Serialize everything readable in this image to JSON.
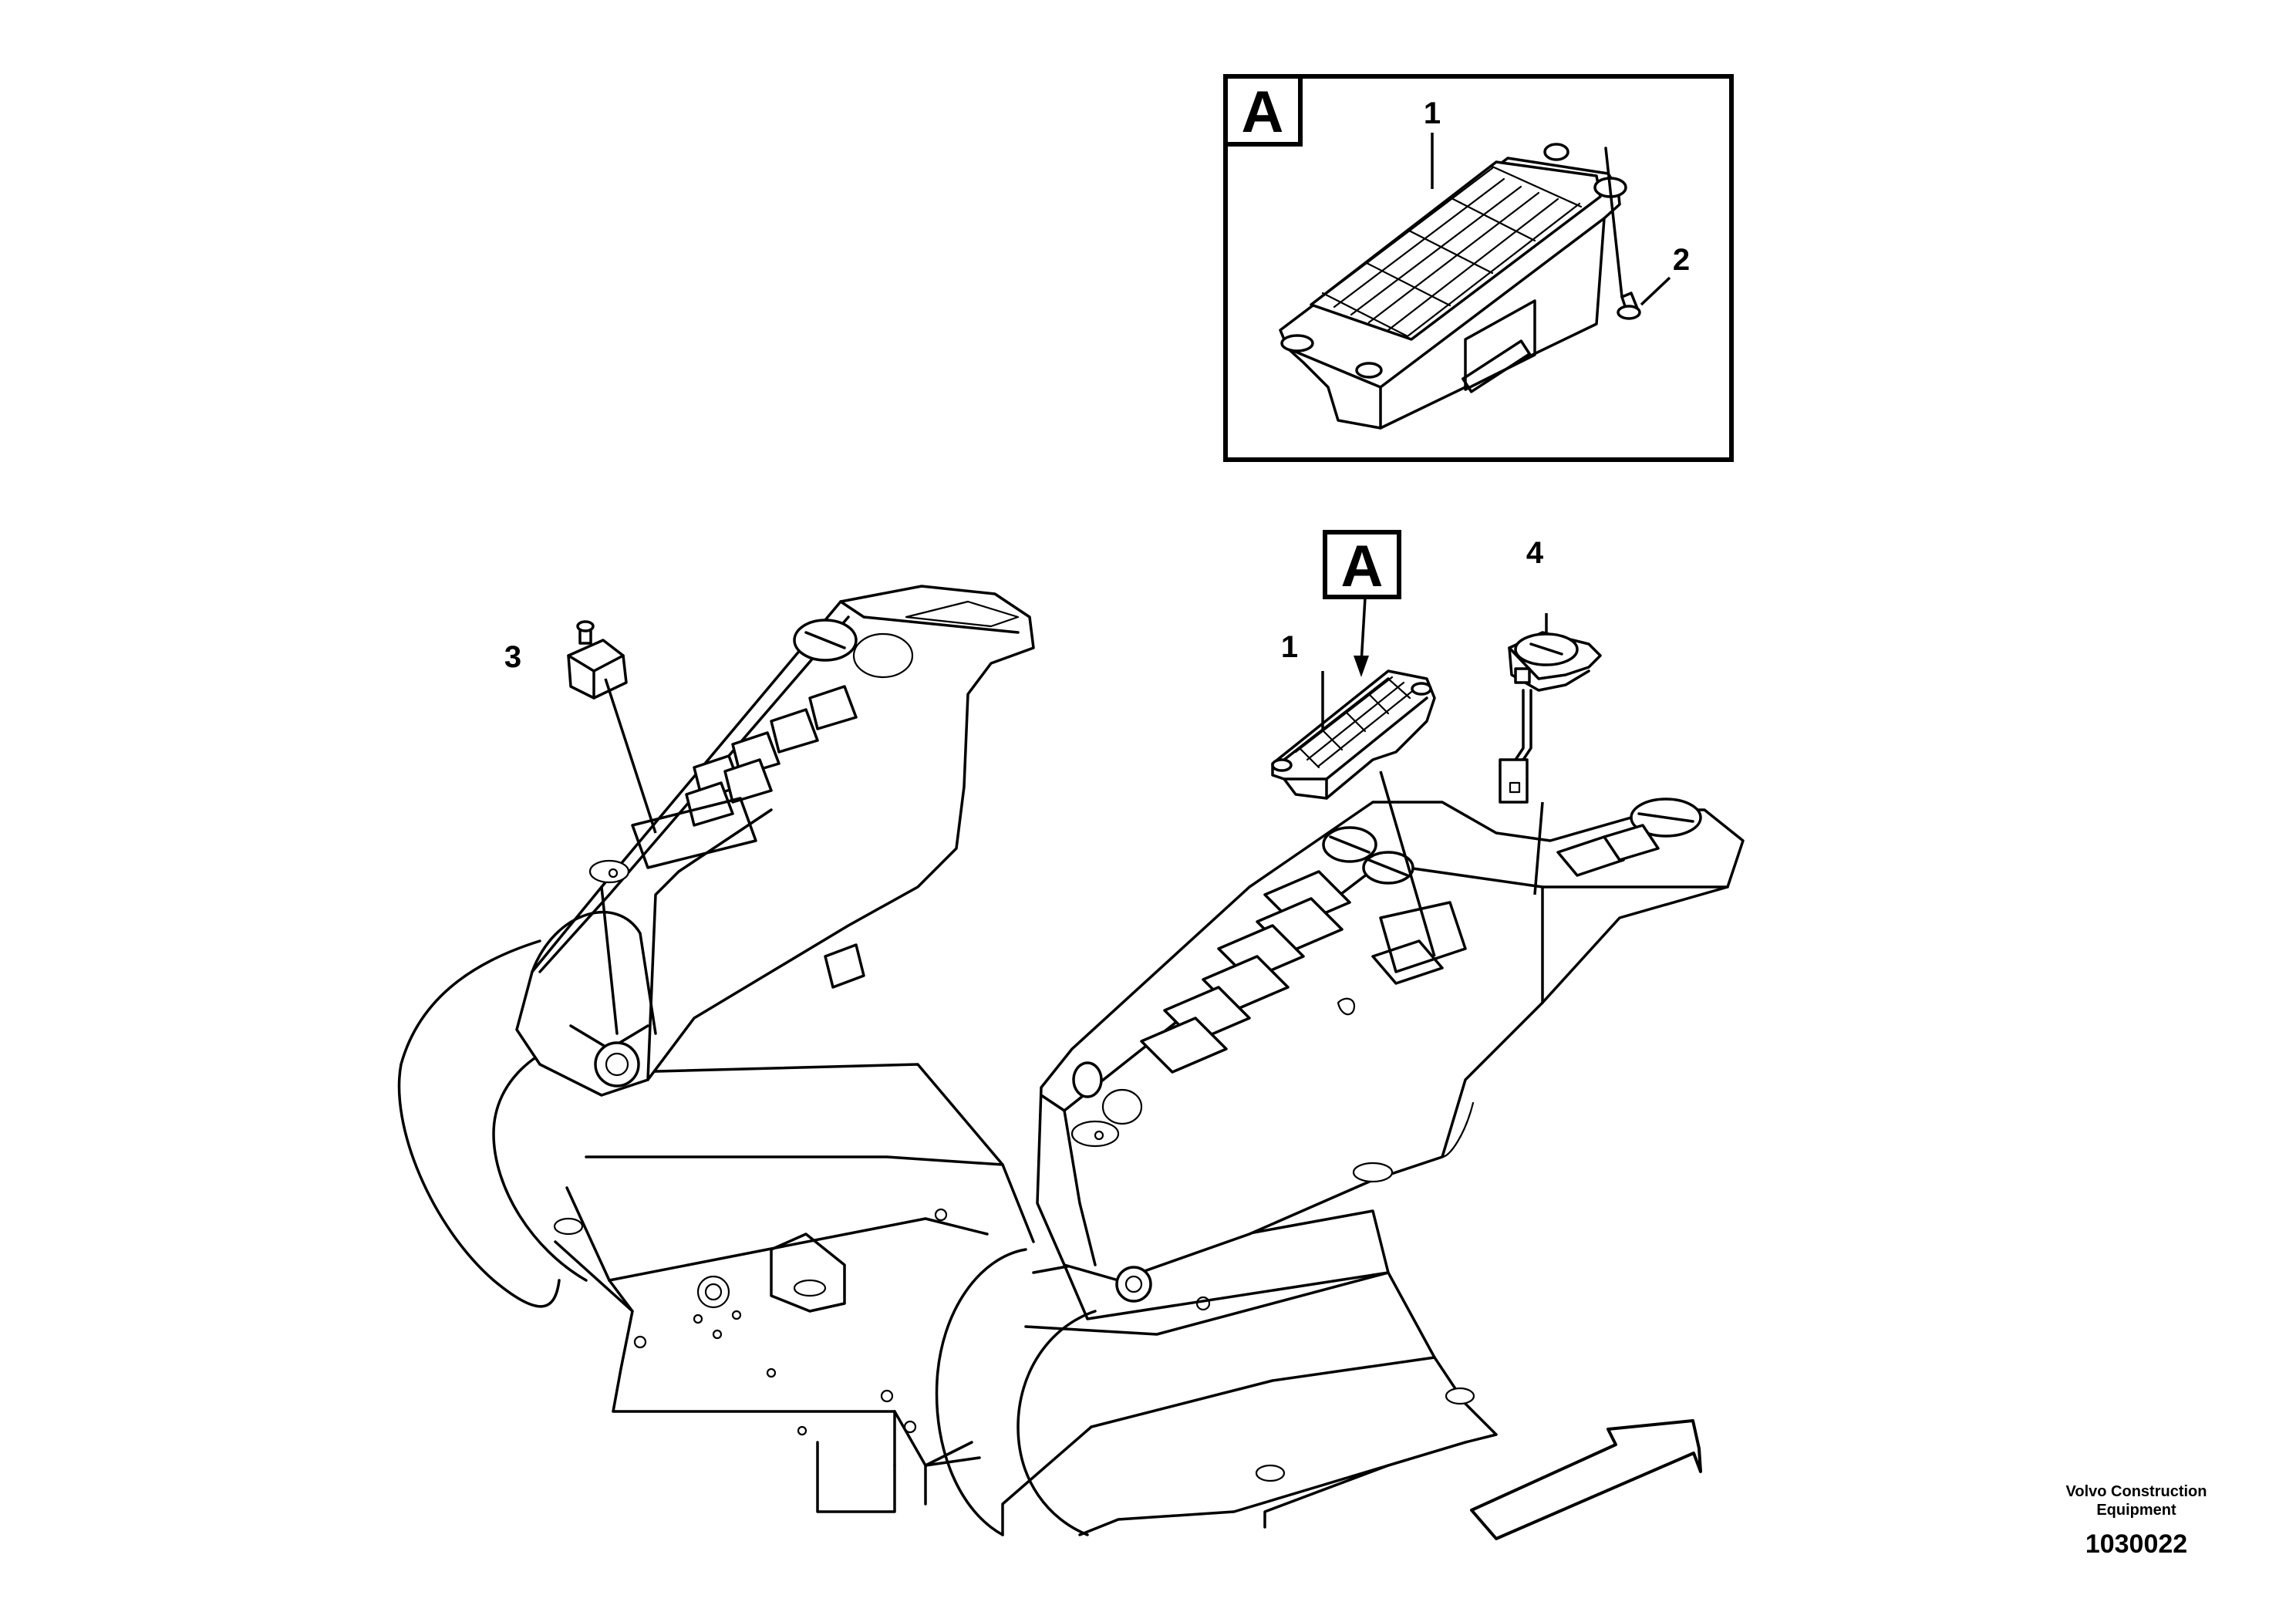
{
  "detail_view": {
    "letter": "A",
    "callouts": [
      "1",
      "2"
    ]
  },
  "main_view": {
    "detail_marker": "A",
    "callouts": [
      "1",
      "3",
      "4"
    ]
  },
  "credit": {
    "line1": "Volvo Construction",
    "line2": "Equipment",
    "drawing_number": "1030022"
  }
}
